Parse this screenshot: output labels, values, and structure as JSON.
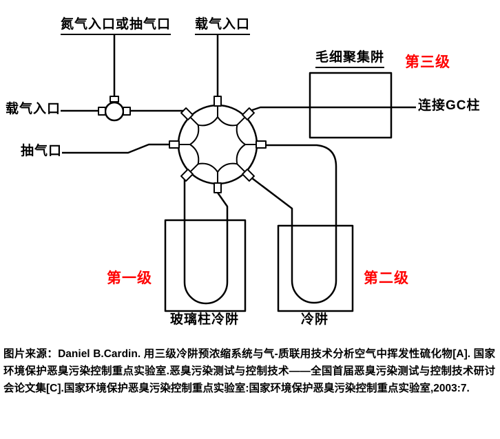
{
  "diagram": {
    "labels": {
      "nitrogen_inlet": "氮气入口或抽气口",
      "carrier_inlet_top": "载气入口",
      "carrier_inlet_left": "载气入口",
      "pump_port": "抽气口",
      "capillary_trap": "毛细聚集阱",
      "gc_column": "连接GC柱",
      "glass_column_trap": "玻璃柱冷阱",
      "cold_trap": "冷阱",
      "stage1": "第一级",
      "stage2": "第二级",
      "stage3": "第三级"
    },
    "colors": {
      "stage_label": "#ff0000",
      "line": "#000000"
    }
  },
  "caption": {
    "text": "图片来源：Daniel B.Cardin. 用三级冷阱预浓缩系统与气-质联用技术分析空气中挥发性硫化物[A]. 国家环境保护恶臭污染控制重点实验室.恶臭污染测试与控制技术——全国首届恶臭污染测试与控制技术研讨会论文集[C].国家环境保护恶臭污染控制重点实验室:国家环境保护恶臭污染控制重点实验室,2003:7."
  }
}
